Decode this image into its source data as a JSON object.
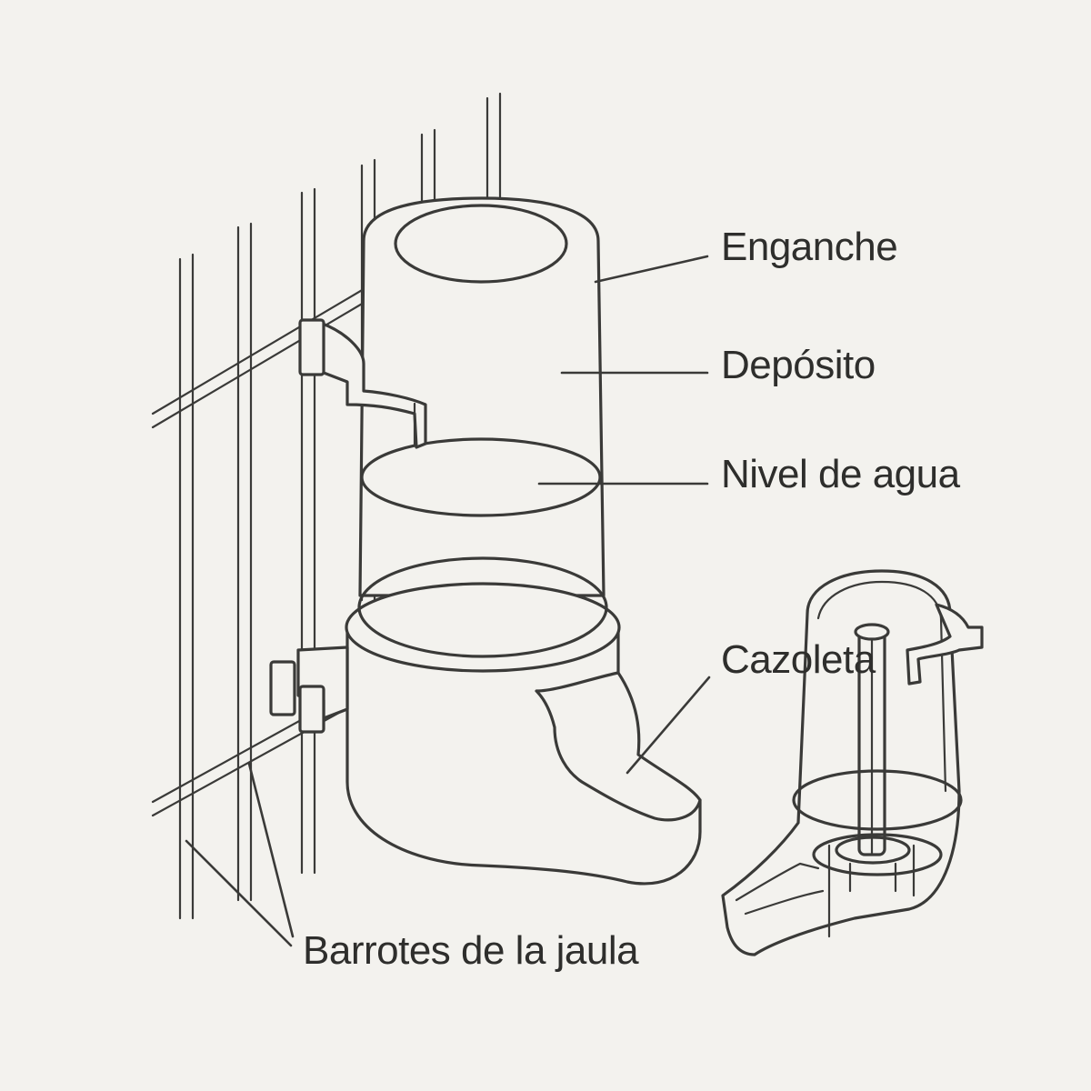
{
  "labels": {
    "hook": "Enganche",
    "reservoir": "Depósito",
    "water_level": "Nivel de agua",
    "cup": "Cazoleta",
    "cage_bars": "Barrotes de la jaula"
  },
  "colors": {
    "background": "#f3f2ee",
    "ink": "#3a3a38"
  }
}
